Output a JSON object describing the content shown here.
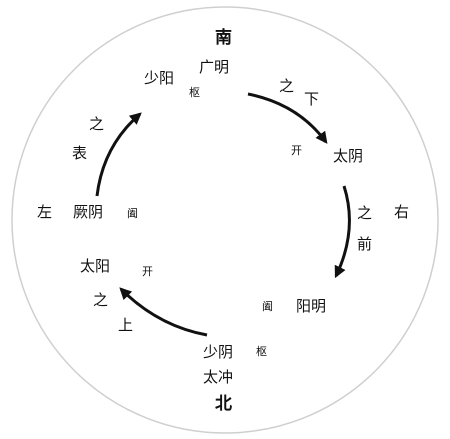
{
  "colors": {
    "ink": "#111111",
    "circle": "#cfcfcf",
    "background": "#ffffff"
  },
  "directions": {
    "south": "南",
    "north": "北",
    "left": "左",
    "right": "右"
  },
  "nodes": {
    "shaoyang": {
      "name": "少阳",
      "role": "枢"
    },
    "guangming": "广明",
    "taiyin": {
      "name": "太阴",
      "role": "开"
    },
    "jueyin": {
      "name": "厥阴",
      "role": "阖"
    },
    "taiyang": {
      "name": "太阳",
      "role": "开"
    },
    "yangming": {
      "name": "阳明",
      "role": "阖"
    },
    "shaoyin": {
      "name": "少阴",
      "role": "枢"
    },
    "taichong": "太冲"
  },
  "phrases": {
    "zhi_xia": [
      "之",
      "下"
    ],
    "zhi_qian": [
      "之",
      "前"
    ],
    "zhi_shang": [
      "之",
      "上"
    ],
    "zhi_biao": [
      "之",
      "表"
    ]
  },
  "arrows": [
    {
      "id": "arrow-top-right",
      "from": "shaoyang",
      "to": "taiyin"
    },
    {
      "id": "arrow-right",
      "from": "taiyin",
      "to": "yangming"
    },
    {
      "id": "arrow-bottom-left",
      "from": "shaoyin",
      "to": "taiyang"
    },
    {
      "id": "arrow-left",
      "from": "jueyin",
      "to": "shaoyang"
    }
  ]
}
